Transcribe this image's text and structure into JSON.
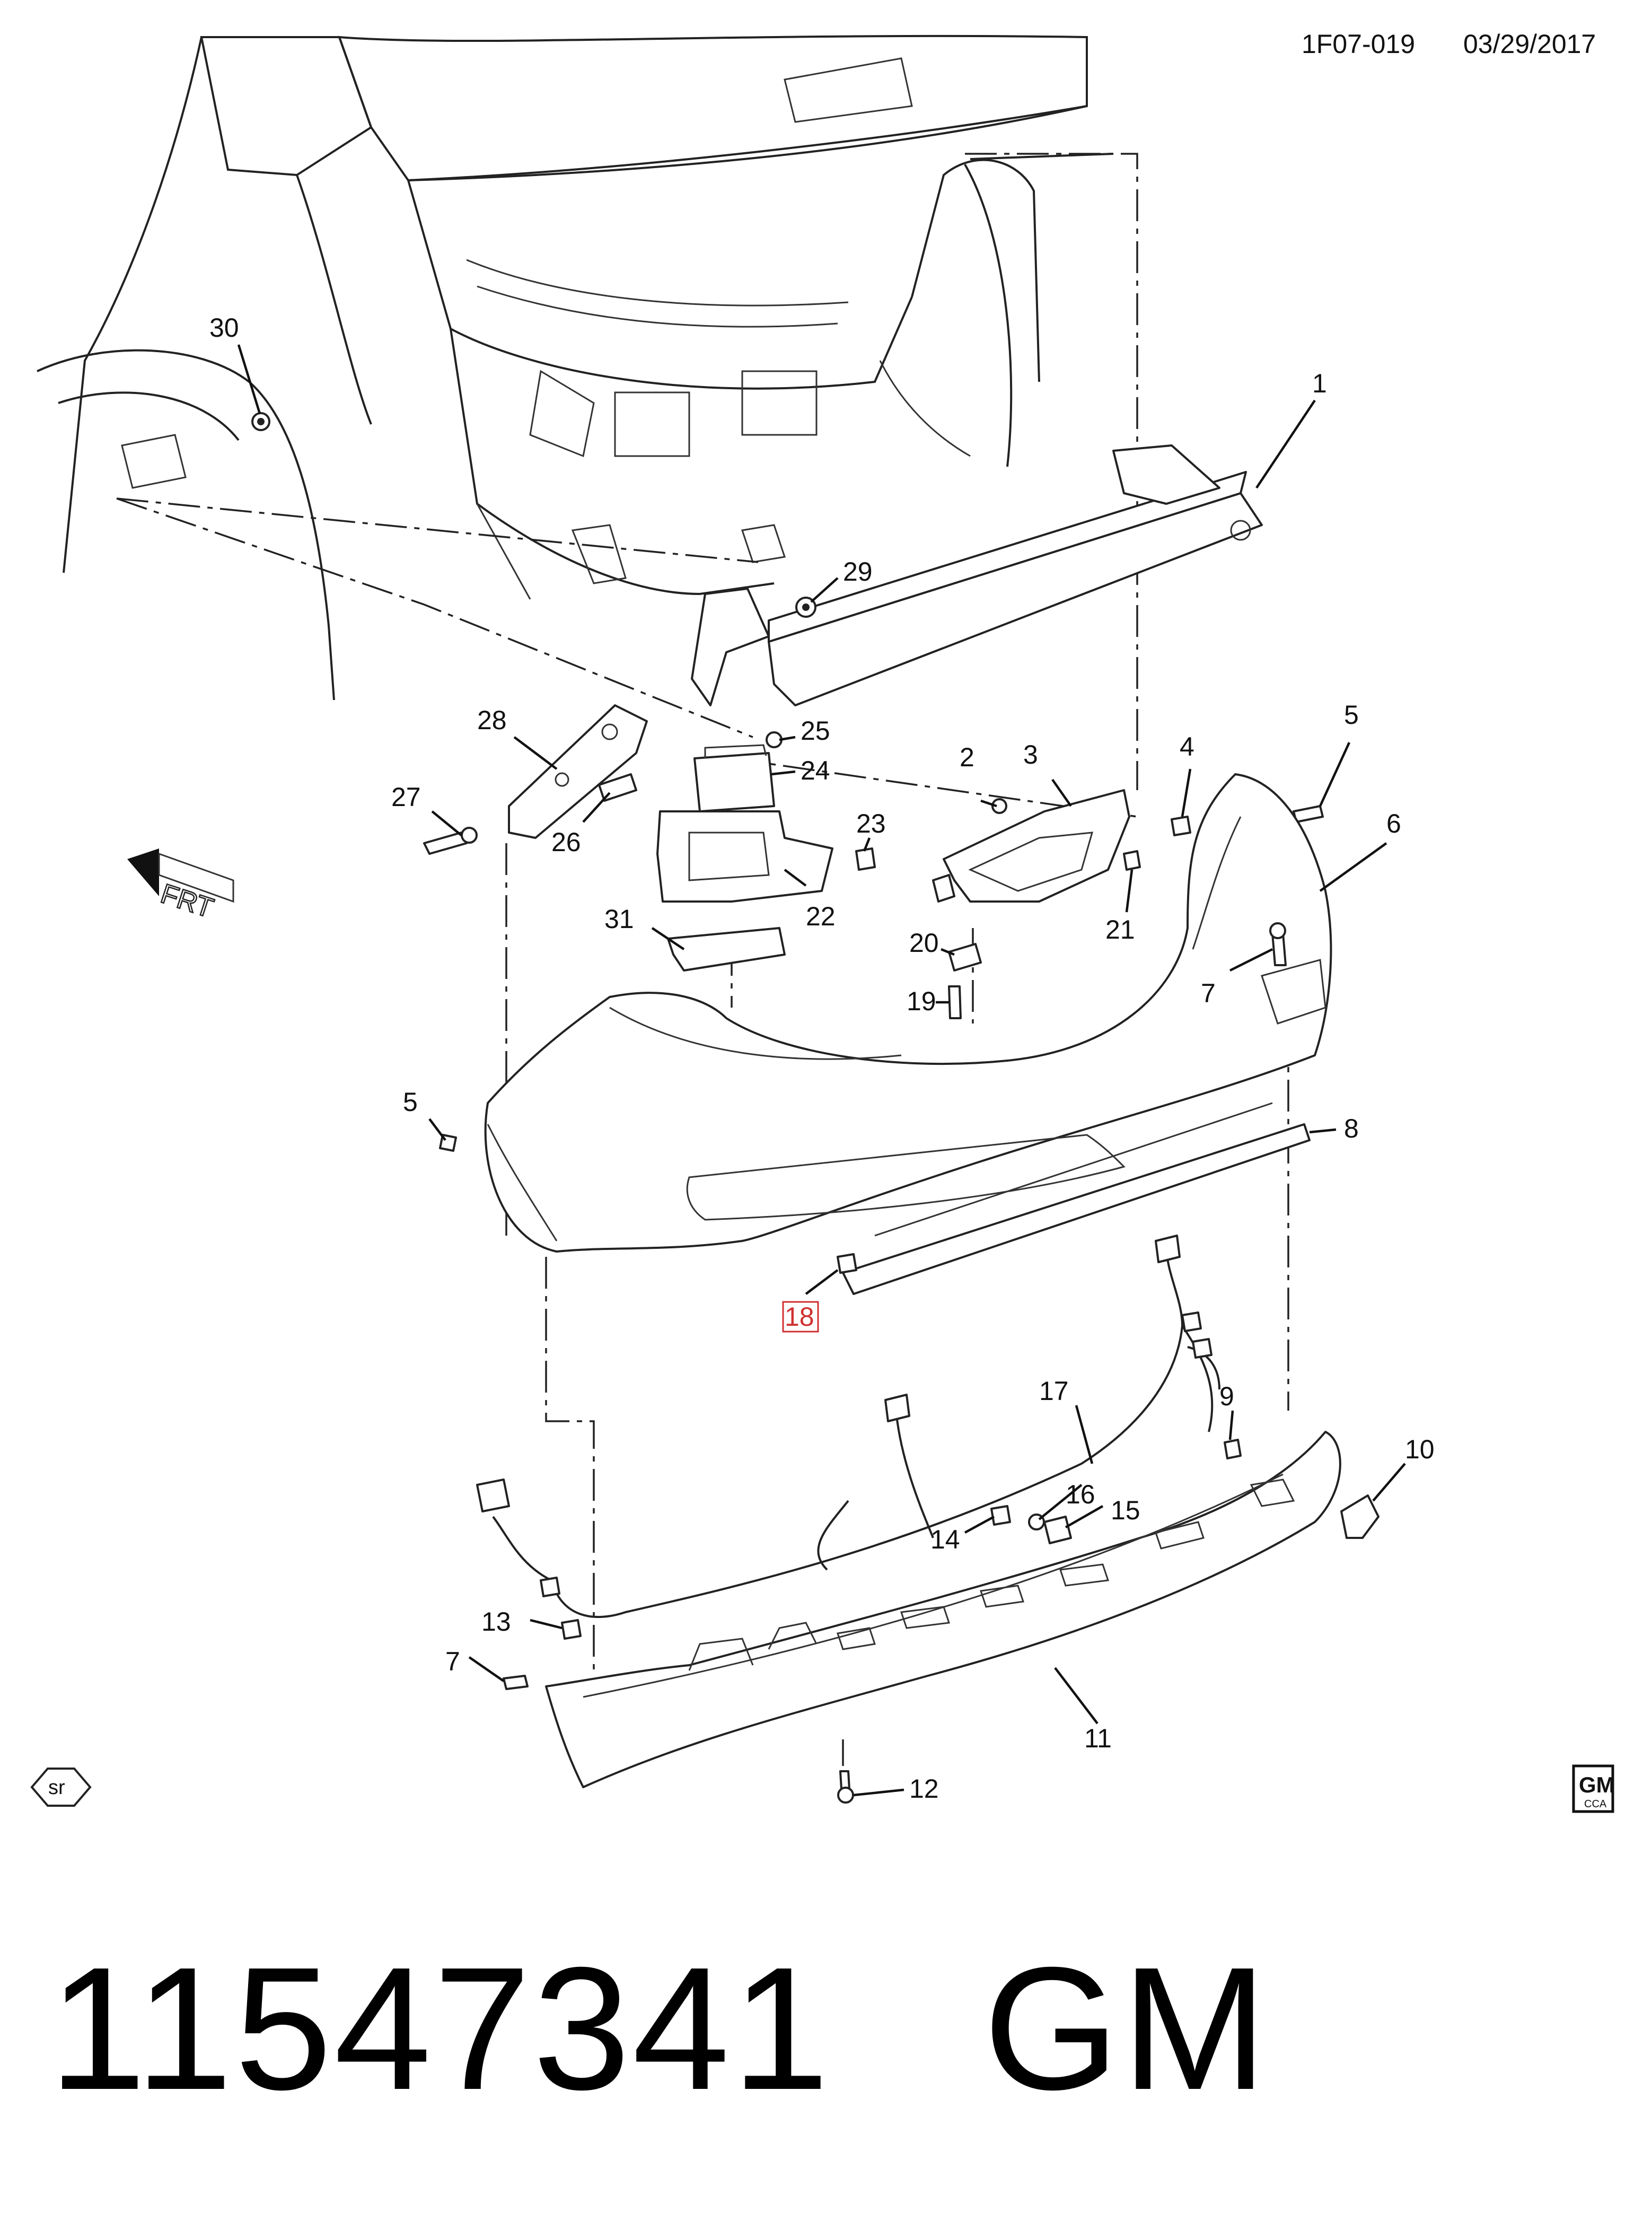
{
  "header": {
    "code": "1F07-019",
    "date": "03/29/2017"
  },
  "callouts": {
    "c1": "1",
    "c2": "2",
    "c3": "3",
    "c4": "4",
    "c5a": "5",
    "c5b": "5",
    "c6": "6",
    "c7a": "7",
    "c7b": "7",
    "c8": "8",
    "c9": "9",
    "c10": "10",
    "c11": "11",
    "c12": "12",
    "c13": "13",
    "c14": "14",
    "c15": "15",
    "c16": "16",
    "c17": "17",
    "c18": "18",
    "c19": "19",
    "c20": "20",
    "c21": "21",
    "c22": "22",
    "c23": "23",
    "c24": "24",
    "c25": "25",
    "c26": "26",
    "c27": "27",
    "c28": "28",
    "c29": "29",
    "c30": "30",
    "c31": "31"
  },
  "orientation": {
    "front_label": "FRT"
  },
  "badges": {
    "sr": "sr",
    "logo_main": "GM",
    "logo_sub": "CCA"
  },
  "footer": {
    "part_number": "11547341",
    "brand": "GM"
  },
  "colors": {
    "highlight": "#d03030",
    "ink": "#111111"
  }
}
